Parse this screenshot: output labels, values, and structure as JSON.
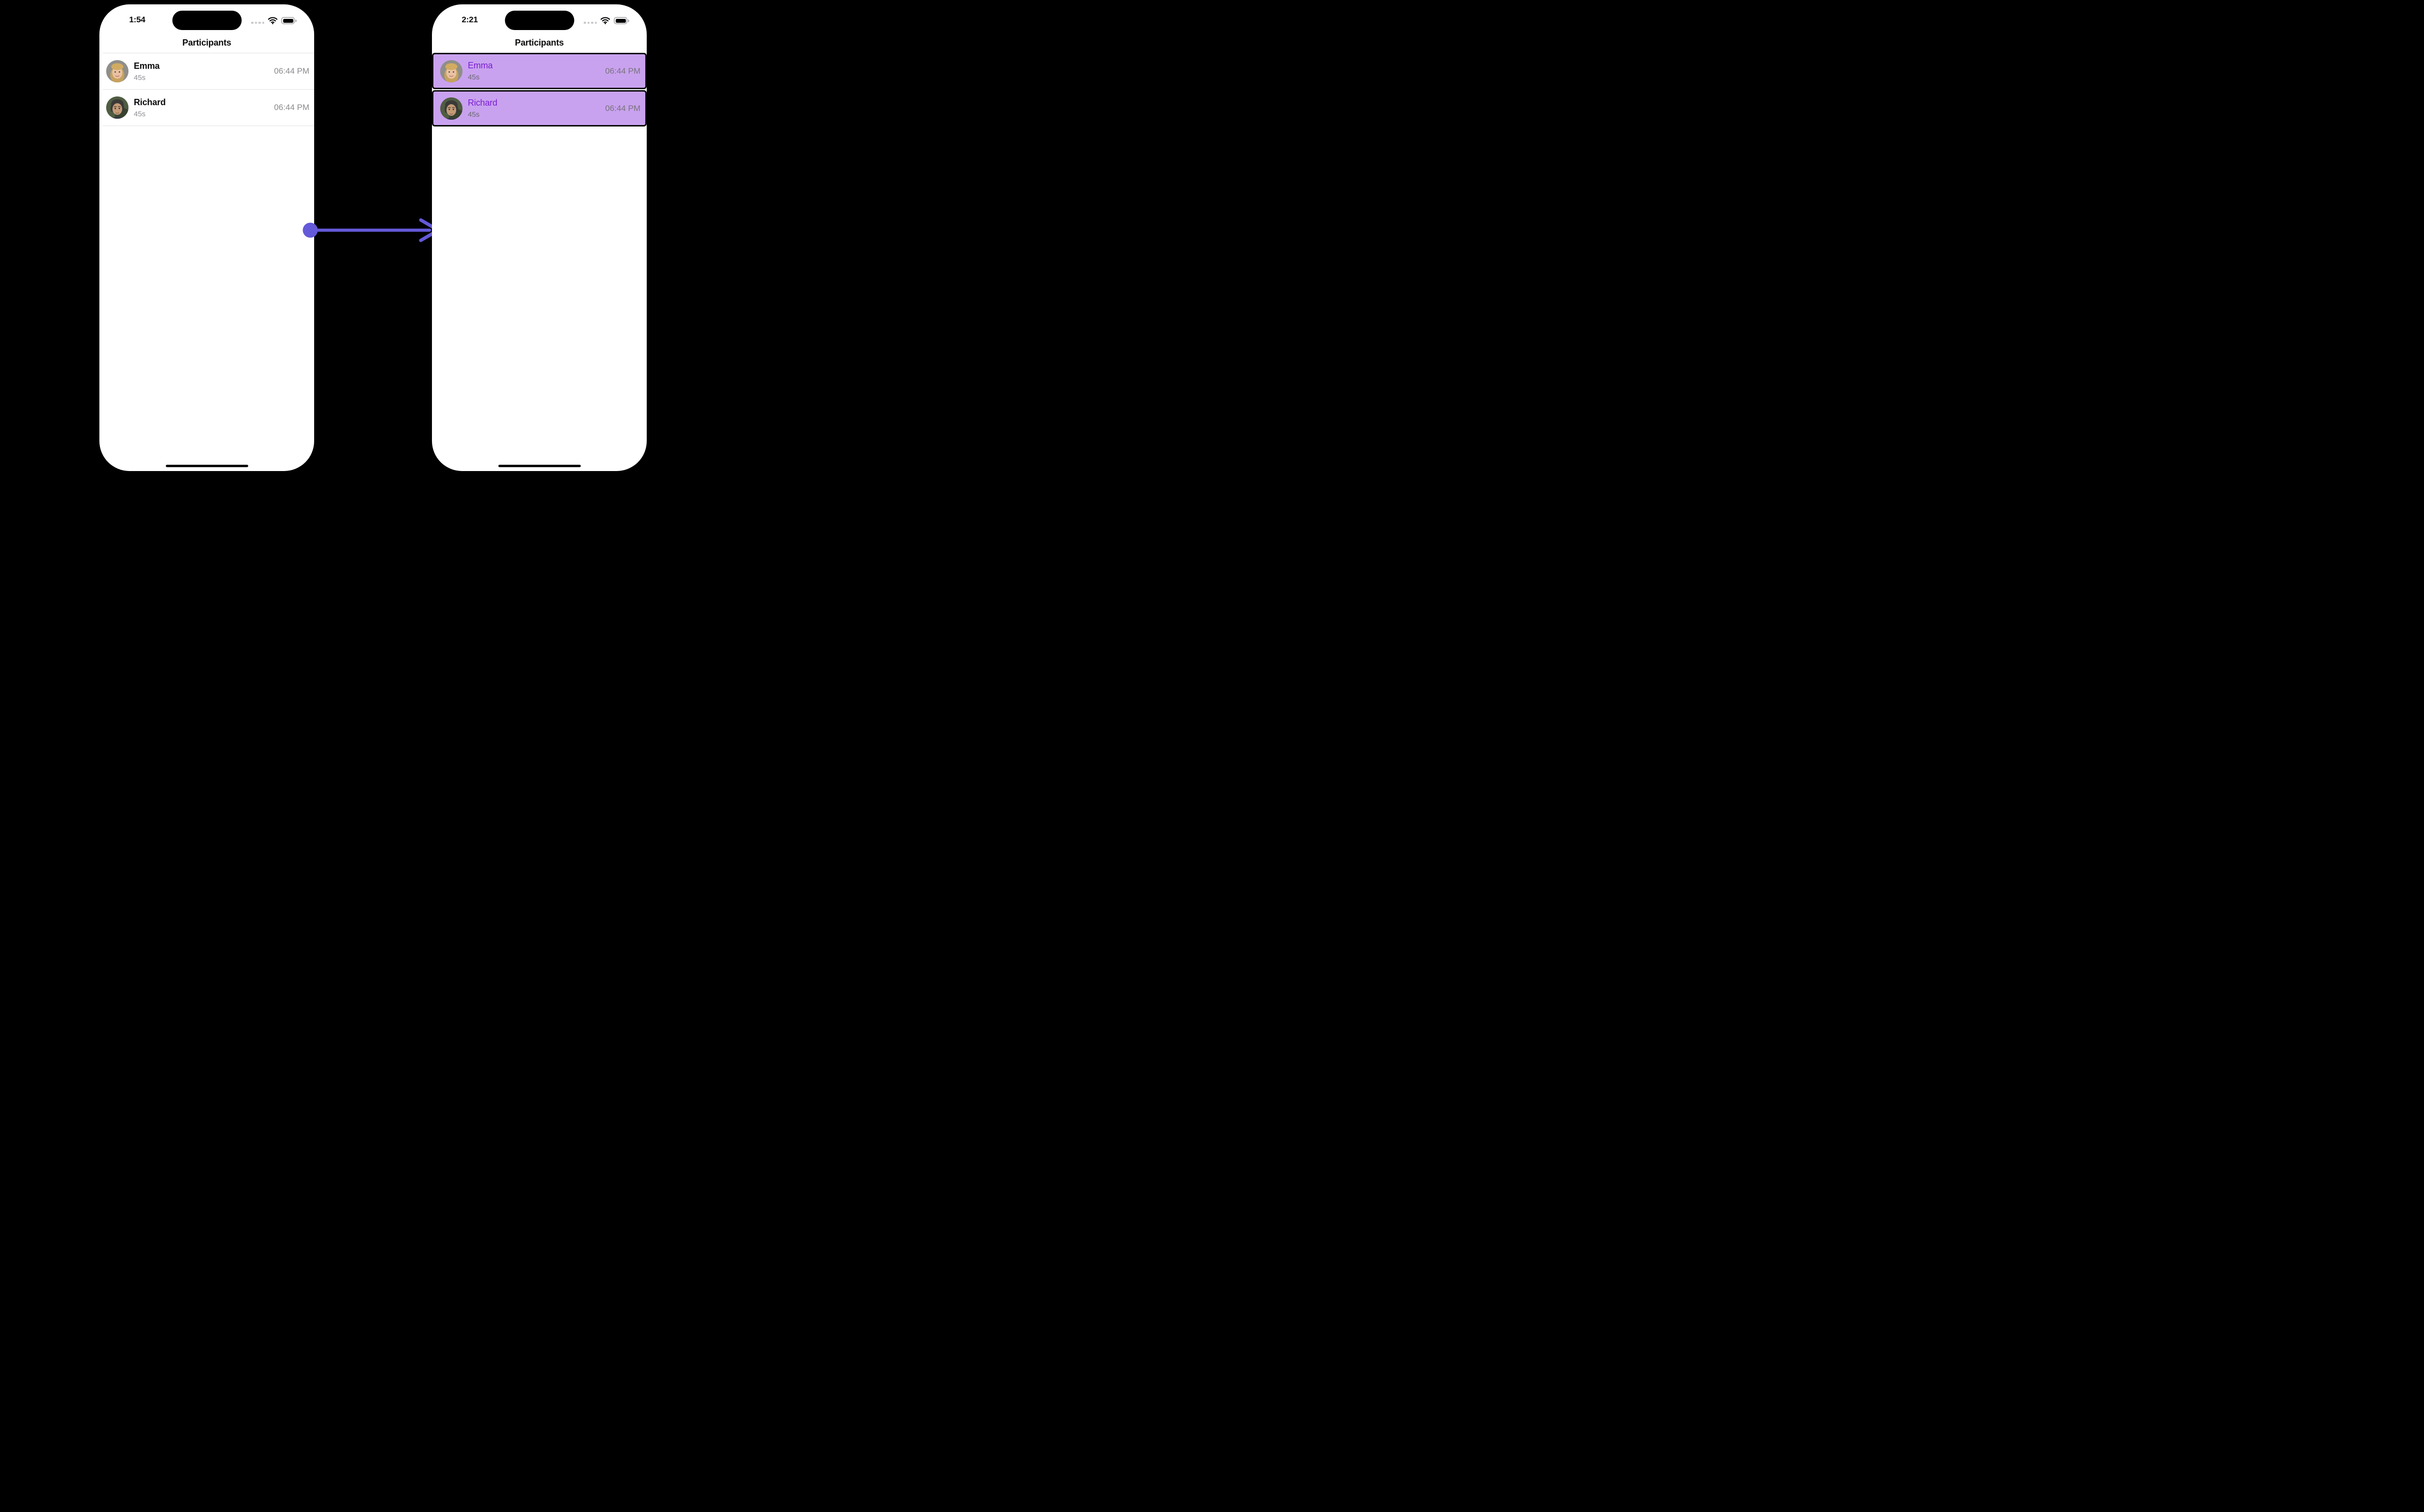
{
  "screens": [
    {
      "id": "before",
      "status_time": "1:54",
      "title": "Participants",
      "highlighted": false,
      "participants": [
        {
          "name": "Emma",
          "duration": "45s",
          "time": "06:44 PM",
          "avatar": "avatar-emma"
        },
        {
          "name": "Richard",
          "duration": "45s",
          "time": "06:44 PM",
          "avatar": "avatar-richard"
        }
      ]
    },
    {
      "id": "after",
      "status_time": "2:21",
      "title": "Participants",
      "highlighted": true,
      "participants": [
        {
          "name": "Emma",
          "duration": "45s",
          "time": "06:44 PM",
          "avatar": "avatar-emma"
        },
        {
          "name": "Richard",
          "duration": "45s",
          "time": "06:44 PM",
          "avatar": "avatar-richard"
        }
      ]
    }
  ],
  "status_icons": [
    "cellular-dots-icon",
    "wifi-icon",
    "battery-icon"
  ],
  "transition": {
    "direction": "left-to-right"
  },
  "colors": {
    "highlight_bg": "#c9a2ef",
    "highlight_name": "#7a1ed2",
    "highlight_border": "#0a0a0a",
    "arrow": "#6459d8",
    "muted_text": "#8e8e93",
    "separator": "#e2e2e6",
    "phone_bg": "#ffffff",
    "canvas_bg": "#000000"
  }
}
